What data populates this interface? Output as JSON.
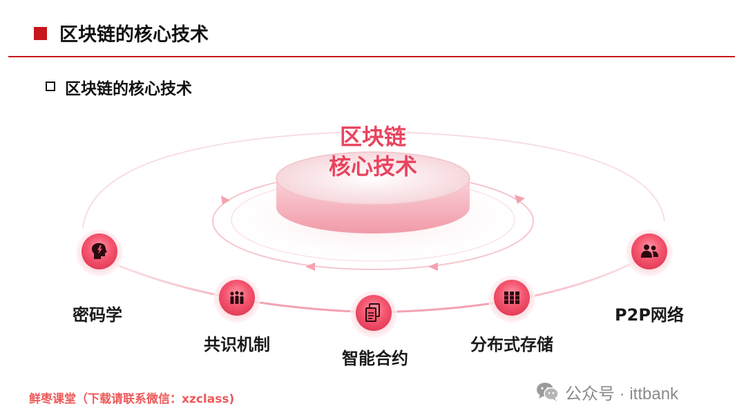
{
  "header": {
    "title": "区块链的核心技术"
  },
  "section": {
    "title": "区块链的核心技术"
  },
  "center": {
    "line1": "区块链",
    "line2": "核心技术"
  },
  "nodes": [
    {
      "label": "密码学",
      "icon": "brain-lightning-icon"
    },
    {
      "label": "共识机制",
      "icon": "people-group-icon"
    },
    {
      "label": "智能合约",
      "icon": "documents-icon"
    },
    {
      "label": "分布式存储",
      "icon": "server-racks-icon"
    },
    {
      "label": "P2P网络",
      "icon": "two-users-icon"
    }
  ],
  "footer": {
    "left_text": "鲜枣课堂（下载请联系微信：xzclass)",
    "right_text": "公众号 · ittbank"
  },
  "colors": {
    "accent": "#c8161d",
    "pink": "#e8445f",
    "footer_pink": "#ee5a5a"
  }
}
